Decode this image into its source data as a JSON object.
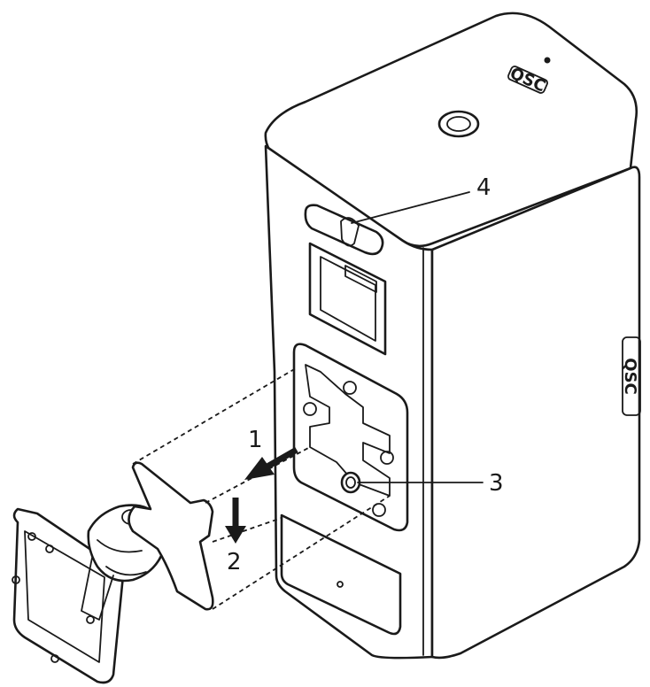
{
  "diagram": {
    "callouts": [
      {
        "id": "1",
        "label": "1"
      },
      {
        "id": "2",
        "label": "2"
      },
      {
        "id": "3",
        "label": "3"
      },
      {
        "id": "4",
        "label": "4"
      }
    ],
    "brand_mark_top": "QSC",
    "brand_mark_side": "QSC",
    "line_color": "#1a1a1a",
    "background": "#ffffff"
  }
}
